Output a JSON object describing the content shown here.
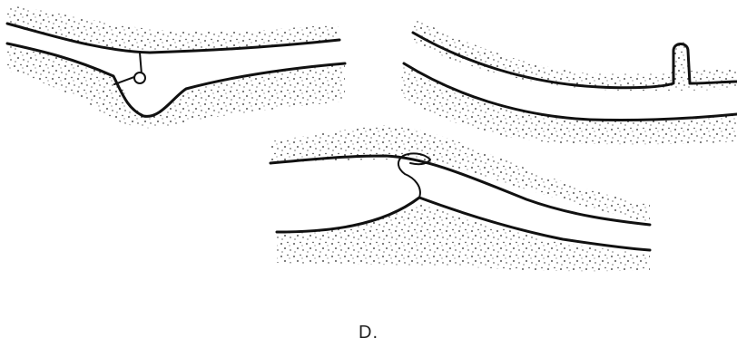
{
  "figure": {
    "caption": "D.",
    "panels": [
      {
        "id": "top-left",
        "description_name": "pocket-with-bubble"
      },
      {
        "id": "top-right",
        "description_name": "channel-with-vertical-pore"
      },
      {
        "id": "bottom",
        "description_name": "bent-channel-with-notch"
      }
    ],
    "colors": {
      "ink": "#111111",
      "paper": "#ffffff"
    }
  }
}
